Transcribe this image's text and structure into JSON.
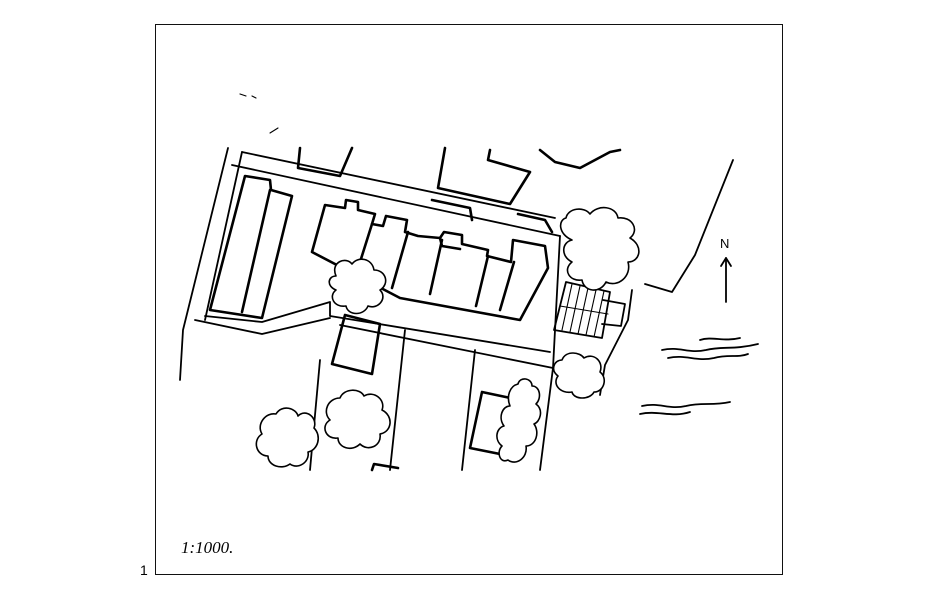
{
  "figure": {
    "number": "1",
    "scale": "1:1000.",
    "north_label": "N"
  },
  "colors": {
    "ink": "#000000",
    "paper": "#ffffff"
  }
}
